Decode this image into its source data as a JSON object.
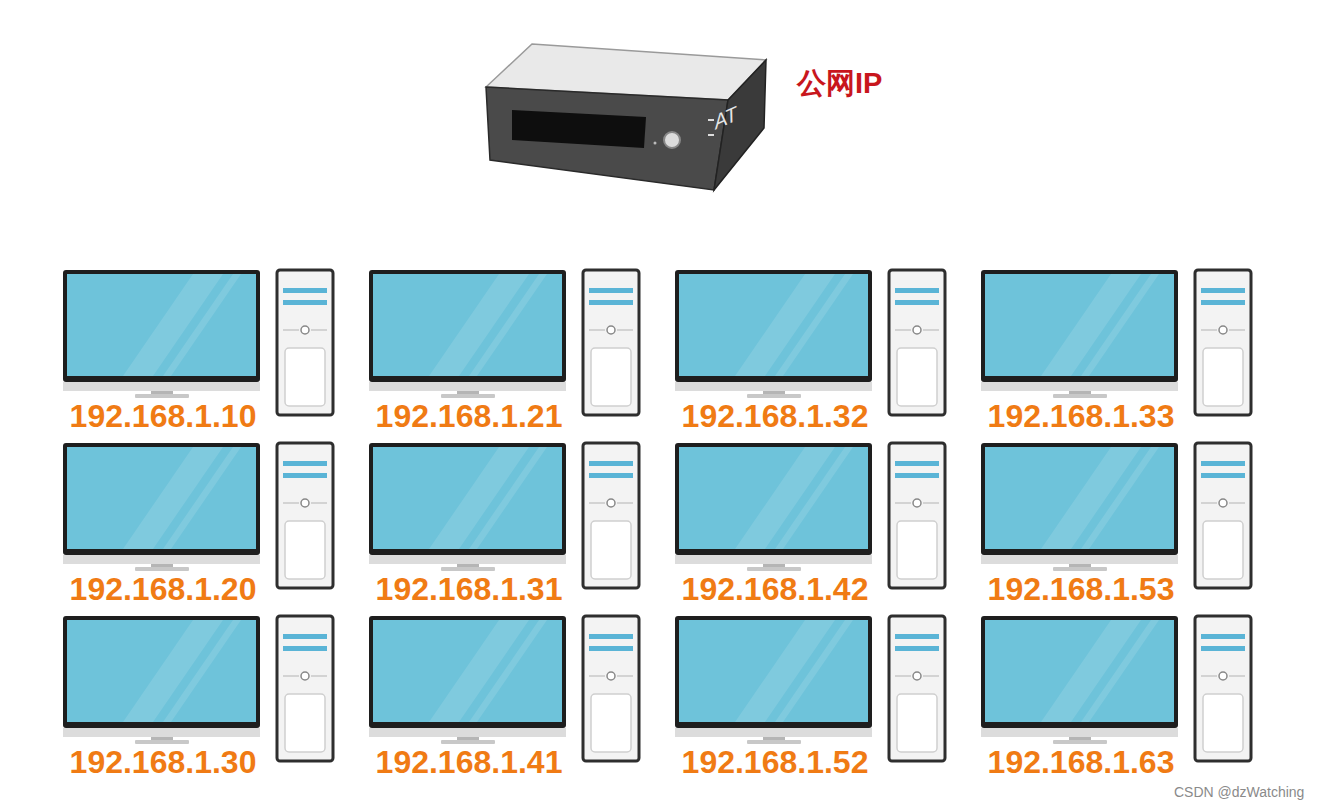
{
  "diagram": {
    "labels": [
      "公网IP",
      "AT",
      "192.168.1.10",
      "192.168.1.21",
      "192.168.1.32",
      "192.168.1.33",
      "192.168.1.20",
      "192.168.1.31",
      "192.168.1.42",
      "192.168.1.53",
      "192.168.1.30",
      "192.168.1.41",
      "192.168.1.52",
      "192.168.1.63",
      "CSDN @dzWatching"
    ]
  }
}
